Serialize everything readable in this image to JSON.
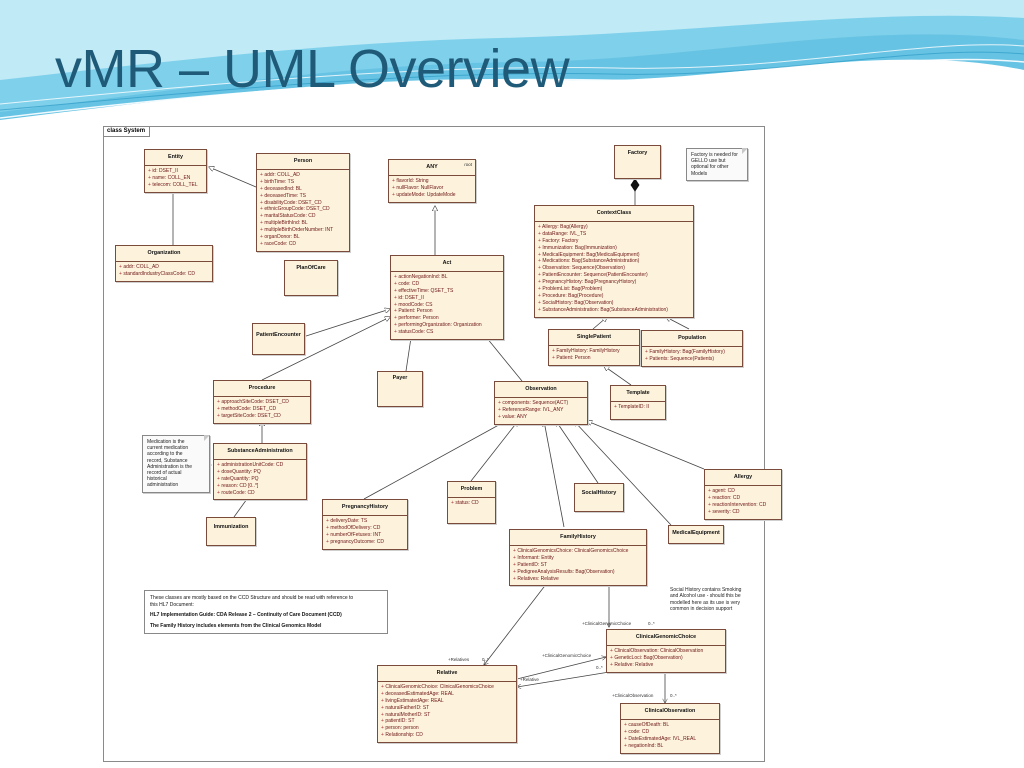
{
  "slide": {
    "title": "vMR – UML Overview"
  },
  "diagram": {
    "frame_label": "class System",
    "classes": {
      "entity": {
        "name": "Entity",
        "attrs": [
          "id:  DSET_II",
          "name:  COLL_EN",
          "telecom:  COLL_TEL"
        ]
      },
      "person": {
        "name": "Person",
        "attrs": [
          "addr:  COLL_AD",
          "birthTime:  TS",
          "deceasedInd:  BL",
          "deceasedTime:  TS",
          "disabilityCode:  DSET_CD",
          "ethnicGroupCode:  DSET_CD",
          "maritalStatusCode:  CD",
          "multipleBirthInd:  BL",
          "multipleBirthOrderNumber:  INT",
          "organDonor:  BL",
          "raceCode:  CD"
        ]
      },
      "organization": {
        "name": "Organization",
        "attrs": [
          "addr:  COLL_AD",
          "standardIndustryClassCode:  CD"
        ]
      },
      "any": {
        "name": "ANY",
        "stereotype": "root",
        "attrs": [
          "flavorId:  String",
          "nullFlavor:  NullFlavor",
          "updateMode:  UpdateMode"
        ]
      },
      "factory": {
        "name": "Factory"
      },
      "context_class": {
        "name": "ContextClass",
        "attrs": [
          "Allergy:  Bag(Allergy)",
          "dataRange:  IVL_TS",
          "Factory:  Factory",
          "Immunization:  Bag(Immunization)",
          "MedicalEquipment:  Bag(MedicalEquipment)",
          "Medications:  Bag(SubstanceAdministration)",
          "Observation:  Sequence(Observation)",
          "PatientEncounter:  Sequence(PatientEncounter)",
          "PregnancyHistory:  Bag(PregnancyHistory)",
          "ProblemList:  Bag(Problem)",
          "Procedure:  Bag(Procedure)",
          "SocialHistory:  Bag(Observation)",
          "SubstanceAdministration:  Bag(SubstanceAdministration)"
        ]
      },
      "plan_of_care": {
        "name": "PlanOfCare"
      },
      "act": {
        "name": "Act",
        "attrs": [
          "actionNegationInd:  BL",
          "code:  CD",
          "effectiveTime:  QSET_TS",
          "id:  DSET_II",
          "moodCode:  CS",
          "Patient:  Person",
          "performer:  Person",
          "performingOrganization:  Organization",
          "statusCode:  CS"
        ]
      },
      "single_patient": {
        "name": "SinglePatient",
        "attrs": [
          "FamilyHistory:  FamilyHistory",
          "Patient:  Person"
        ]
      },
      "population": {
        "name": "Population",
        "attrs": [
          "FamilyHistory:  Bag(FamilyHistory)",
          "Patients:  Sequence(Patients)"
        ]
      },
      "patient_encounter": {
        "name": "PatientEncounter"
      },
      "payer": {
        "name": "Payer"
      },
      "template": {
        "name": "Template",
        "attrs": [
          "TemplateID:  II"
        ]
      },
      "procedure": {
        "name": "Procedure",
        "attrs": [
          "approachSiteCode:  DSET_CD",
          "methodCode:  DSET_CD",
          "targetSiteCode:  DSET_CD"
        ]
      },
      "observation": {
        "name": "Observation",
        "attrs": [
          "components:  Sequence(ACT)",
          "ReferenceRange:  IVL_ANY",
          "value:  ANY"
        ]
      },
      "substance_administration": {
        "name": "SubstanceAdministration",
        "attrs": [
          "administrationUnitCode:  CD",
          "doseQuantity:  PQ",
          "rateQuantity:  PQ",
          "reason:  CD [0..*]",
          "routeCode:  CD"
        ]
      },
      "allergy": {
        "name": "Allergy",
        "attrs": [
          "agent:  CD",
          "reaction:  CD",
          "reactionIntervention:  CD",
          "severity:  CD"
        ]
      },
      "problem": {
        "name": "Problem",
        "attrs": [
          "status:  CD"
        ]
      },
      "social_history": {
        "name": "SocialHistory"
      },
      "pregnancy_history": {
        "name": "PregnancyHistory",
        "attrs": [
          "deliveryDate:  TS",
          "methodOfDelivery:  CD",
          "numberOfFetuses:  INT",
          "pregnancyOutcome:  CD"
        ]
      },
      "immunization": {
        "name": "Immunization"
      },
      "medical_equipment": {
        "name": "MedicalEquipment"
      },
      "family_history": {
        "name": "FamilyHistory",
        "attrs": [
          "ClinicalGenomicsChoice:  ClinicalGenomicsChoice",
          "Informant:  Entity",
          "PatientID:  ST",
          "PedigreeAnalysisResults:  Bag(Observation)",
          "Relatives:  Relative"
        ]
      },
      "clinical_genomic_choice": {
        "name": "ClinicalGenomicChoice",
        "attrs": [
          "ClinicalObservation:  ClinicalObservation",
          "GeneticLoci:  Bag(Observation)",
          "Relative:  Relative"
        ]
      },
      "relative": {
        "name": "Relative",
        "attrs": [
          "ClinicalGenomicChoice:  ClinicalGenomicsChoice",
          "deceasedEstimatedAge:  REAL",
          "livingEstimatedAge:  REAL",
          "naturalFatherID:  ST",
          "naturalMotherID:  ST",
          "patientID:  ST",
          "person:  person",
          "Relationship:  CD"
        ]
      },
      "clinical_observation": {
        "name": "ClinicalObservation",
        "attrs": [
          "causeOfDeath:  BL",
          "code:  CD",
          "DateEstimatedAge:  IVL_REAL",
          "negationInd:  BL"
        ]
      }
    },
    "notes": {
      "factory_note": [
        "Factory is needed for",
        "GELLO use but",
        "optional for other",
        "Models"
      ],
      "medication_note": [
        "Medication is the",
        "current medication",
        "according to the",
        "record, Substance",
        "Administration is the",
        "record of actual",
        "historical",
        "administration"
      ],
      "social_history_note": [
        "Social History contains Smoking",
        "and Alcohol use - should this be",
        "modelled here as its use is very",
        "common in decision support"
      ]
    },
    "info_box": {
      "line1": "These classes are mostly based on the CCD Structure and should be read with reference to",
      "line2": "this HL7 Document:",
      "line3": "HL7 Implementation Guide: CDA Release 2 – Continuity of Care Document (CCD)",
      "line4": "The Family History includes elements from the Clinical Genomics Model"
    },
    "relation_labels": {
      "fh_to_cgc": "+ClinicalGenomicChoice",
      "fh_to_cgc_mult": "0..*",
      "relatives": "+Relatives",
      "relatives_mult": "0..*",
      "rel_to_cgc": "+ClinicalGenomicChoice",
      "cgc_to_rel": "+Relative",
      "cgc_to_rel_mult": "0..*",
      "cgc_to_obs": "+ClinicalObservation",
      "cgc_to_obs_mult": "0..*"
    }
  },
  "colors": {
    "title": "#1f5b78",
    "class_fill": "#fdf3dd",
    "class_border": "#7a4a3a",
    "attr_text": "#6d1414",
    "wave_1": "#5fc3e4",
    "wave_2": "#a8e0f0"
  }
}
